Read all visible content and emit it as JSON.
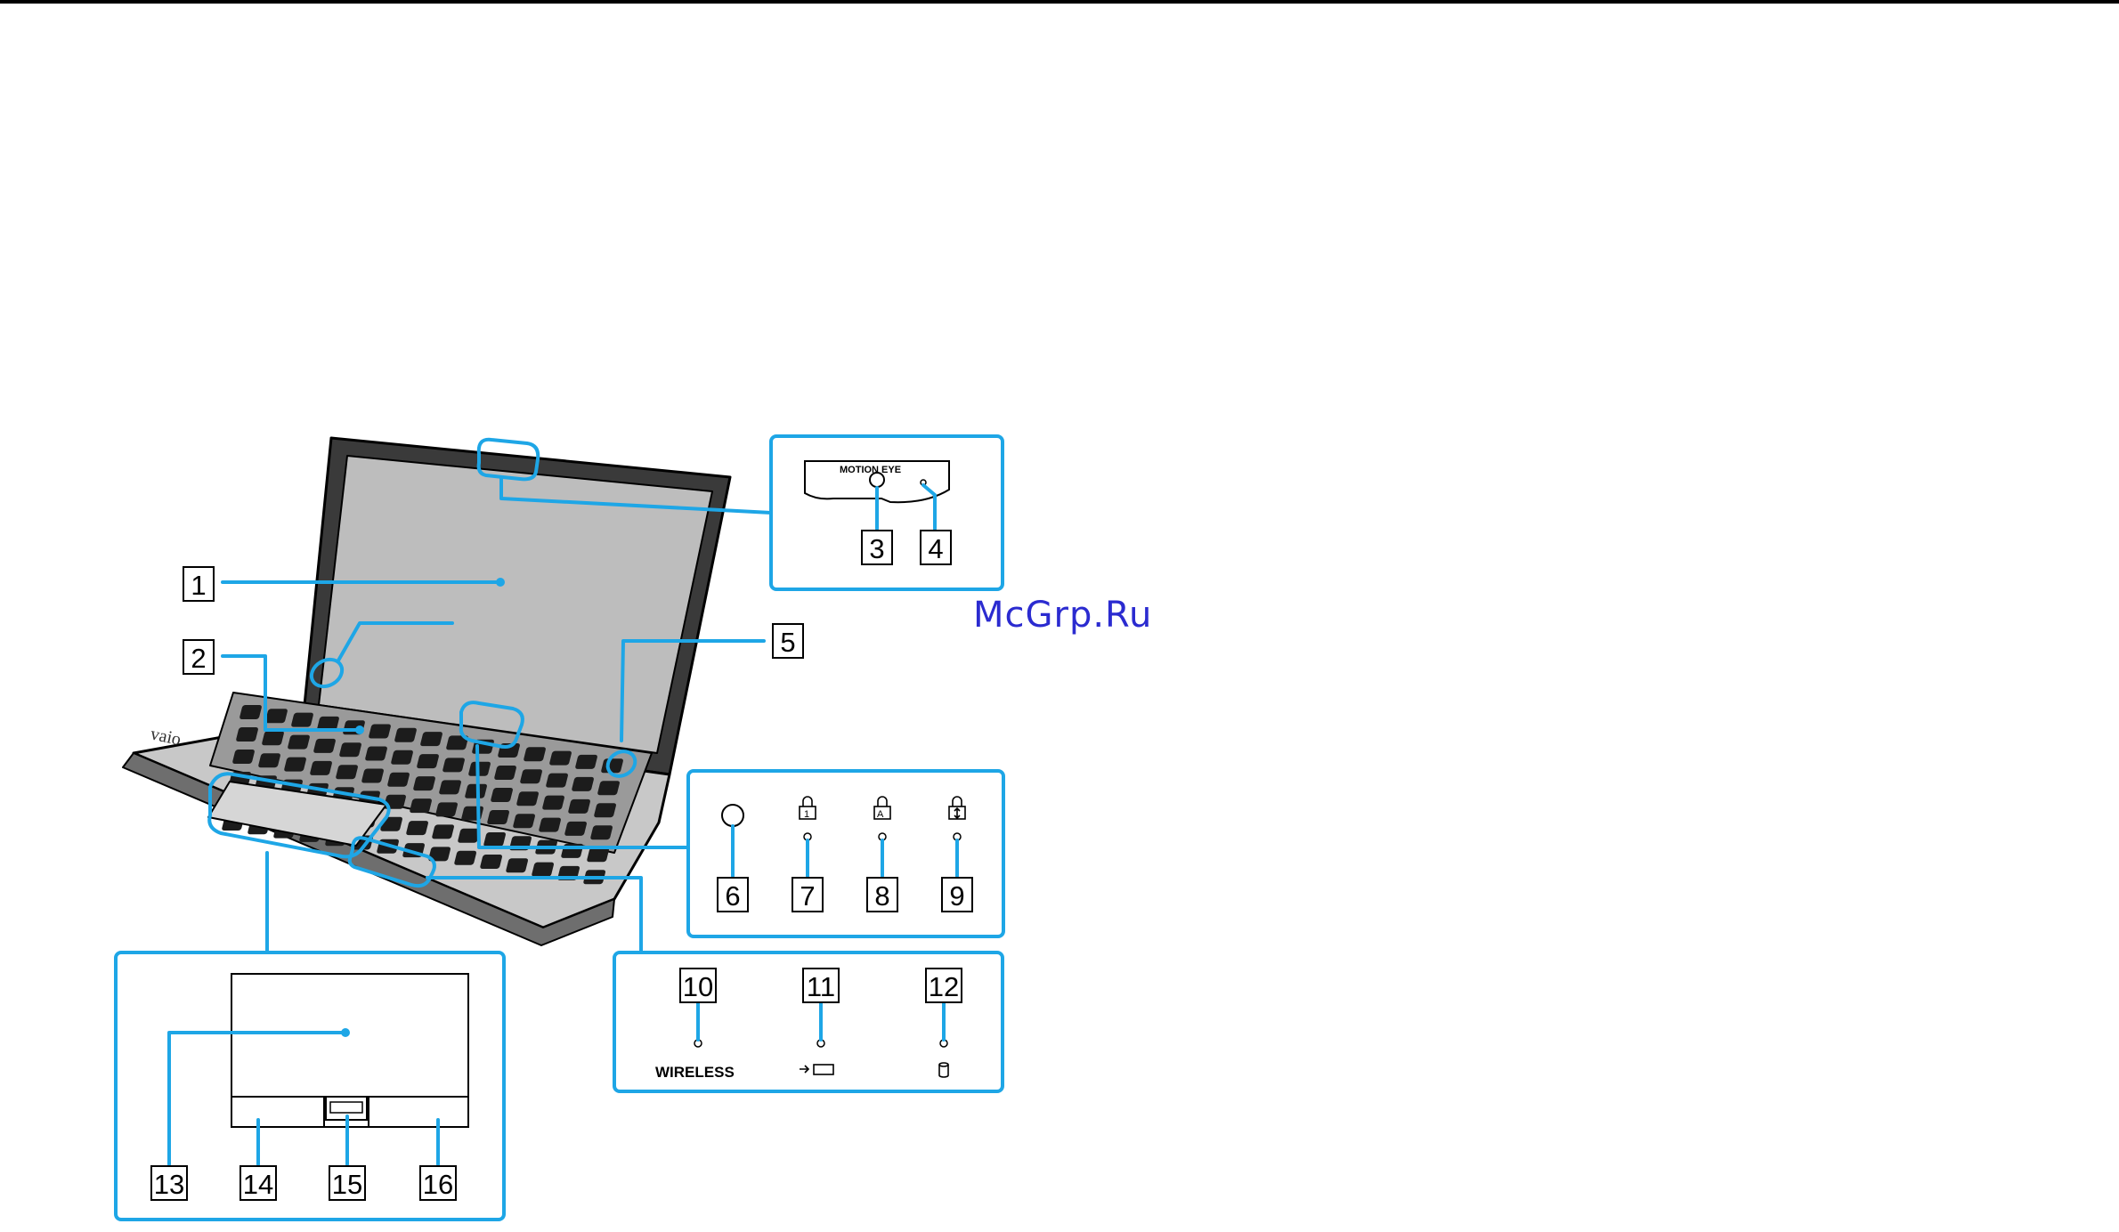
{
  "header": {
    "rule_color": "#000000"
  },
  "watermark": {
    "text": "McGrp.Ru",
    "color": "#2b2bd0"
  },
  "accent_color": "#1ea6e6",
  "callouts": [
    {
      "id": "1",
      "label": "1"
    },
    {
      "id": "2",
      "label": "2"
    },
    {
      "id": "3",
      "label": "3"
    },
    {
      "id": "4",
      "label": "4"
    },
    {
      "id": "5",
      "label": "5"
    },
    {
      "id": "6",
      "label": "6"
    },
    {
      "id": "7",
      "label": "7"
    },
    {
      "id": "8",
      "label": "8"
    },
    {
      "id": "9",
      "label": "9"
    },
    {
      "id": "10",
      "label": "10"
    },
    {
      "id": "11",
      "label": "11"
    },
    {
      "id": "12",
      "label": "12"
    },
    {
      "id": "13",
      "label": "13"
    },
    {
      "id": "14",
      "label": "14"
    },
    {
      "id": "15",
      "label": "15"
    },
    {
      "id": "16",
      "label": "16"
    }
  ],
  "camera_panel": {
    "label": "MOTION EYE"
  },
  "wireless_panel": {
    "label": "WIRELESS"
  },
  "icons": [
    "num-lock-icon",
    "caps-lock-icon",
    "scroll-lock-icon",
    "battery-charge-icon",
    "disc-drive-icon",
    "ambient-light-sensor-icon"
  ]
}
